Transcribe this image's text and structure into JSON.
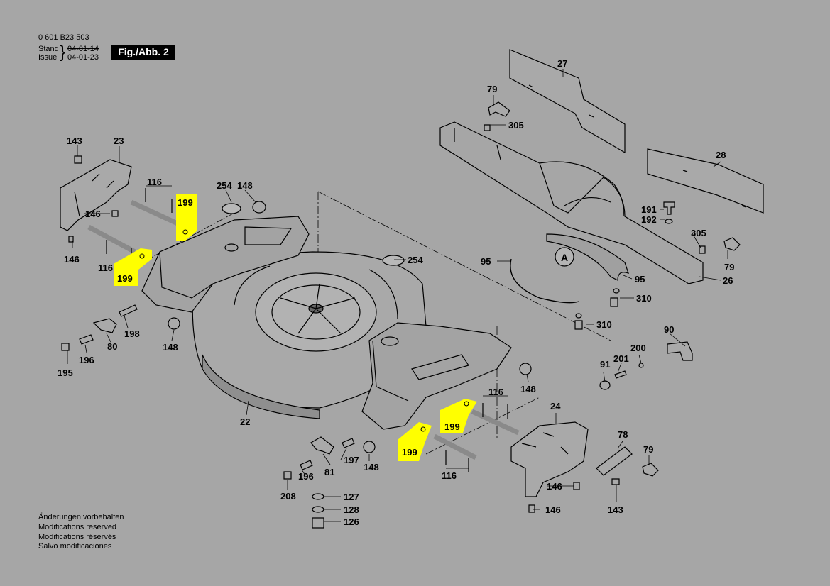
{
  "header": {
    "doc_number": "0 601 B23 503",
    "stand_label": "Stand",
    "issue_label": "Issue",
    "stand_date": "04-01-14",
    "issue_date": "04-01-23",
    "figure_label": "Fig./Abb. 2"
  },
  "notes": [
    "Änderungen vorbehalten",
    "Modifications reserved",
    "Modifications réservés",
    "Salvo modificaciones"
  ],
  "detail_marker": "A",
  "highlight_color": "#ffff00",
  "parts": [
    {
      "id": "27",
      "label": "27"
    },
    {
      "id": "79a",
      "label": "79"
    },
    {
      "id": "305a",
      "label": "305"
    },
    {
      "id": "28",
      "label": "28"
    },
    {
      "id": "143a",
      "label": "143"
    },
    {
      "id": "23",
      "label": "23"
    },
    {
      "id": "116a",
      "label": "116"
    },
    {
      "id": "199a",
      "label": "199"
    },
    {
      "id": "254a",
      "label": "254"
    },
    {
      "id": "148a",
      "label": "148"
    },
    {
      "id": "146a",
      "label": "146"
    },
    {
      "id": "146b",
      "label": "146"
    },
    {
      "id": "116b",
      "label": "116"
    },
    {
      "id": "199b",
      "label": "199"
    },
    {
      "id": "254b",
      "label": "254"
    },
    {
      "id": "95a",
      "label": "95"
    },
    {
      "id": "191",
      "label": "191"
    },
    {
      "id": "192",
      "label": "192"
    },
    {
      "id": "305b",
      "label": "305"
    },
    {
      "id": "79b",
      "label": "79"
    },
    {
      "id": "26",
      "label": "26"
    },
    {
      "id": "95b",
      "label": "95"
    },
    {
      "id": "310a",
      "label": "310"
    },
    {
      "id": "310b",
      "label": "310"
    },
    {
      "id": "198",
      "label": "198"
    },
    {
      "id": "80",
      "label": "80"
    },
    {
      "id": "196a",
      "label": "196"
    },
    {
      "id": "195",
      "label": "195"
    },
    {
      "id": "148b",
      "label": "148"
    },
    {
      "id": "22",
      "label": "22"
    },
    {
      "id": "90",
      "label": "90"
    },
    {
      "id": "200",
      "label": "200"
    },
    {
      "id": "201",
      "label": "201"
    },
    {
      "id": "91",
      "label": "91"
    },
    {
      "id": "148c",
      "label": "148"
    },
    {
      "id": "116c",
      "label": "116"
    },
    {
      "id": "199c",
      "label": "199"
    },
    {
      "id": "24",
      "label": "24"
    },
    {
      "id": "199d",
      "label": "199"
    },
    {
      "id": "116d",
      "label": "116"
    },
    {
      "id": "78",
      "label": "78"
    },
    {
      "id": "79c",
      "label": "79"
    },
    {
      "id": "197",
      "label": "197"
    },
    {
      "id": "148d",
      "label": "148"
    },
    {
      "id": "81",
      "label": "81"
    },
    {
      "id": "196b",
      "label": "196"
    },
    {
      "id": "208",
      "label": "208"
    },
    {
      "id": "127",
      "label": "127"
    },
    {
      "id": "128",
      "label": "128"
    },
    {
      "id": "126",
      "label": "126"
    },
    {
      "id": "146c",
      "label": "146"
    },
    {
      "id": "146d",
      "label": "146"
    },
    {
      "id": "143b",
      "label": "143"
    }
  ]
}
